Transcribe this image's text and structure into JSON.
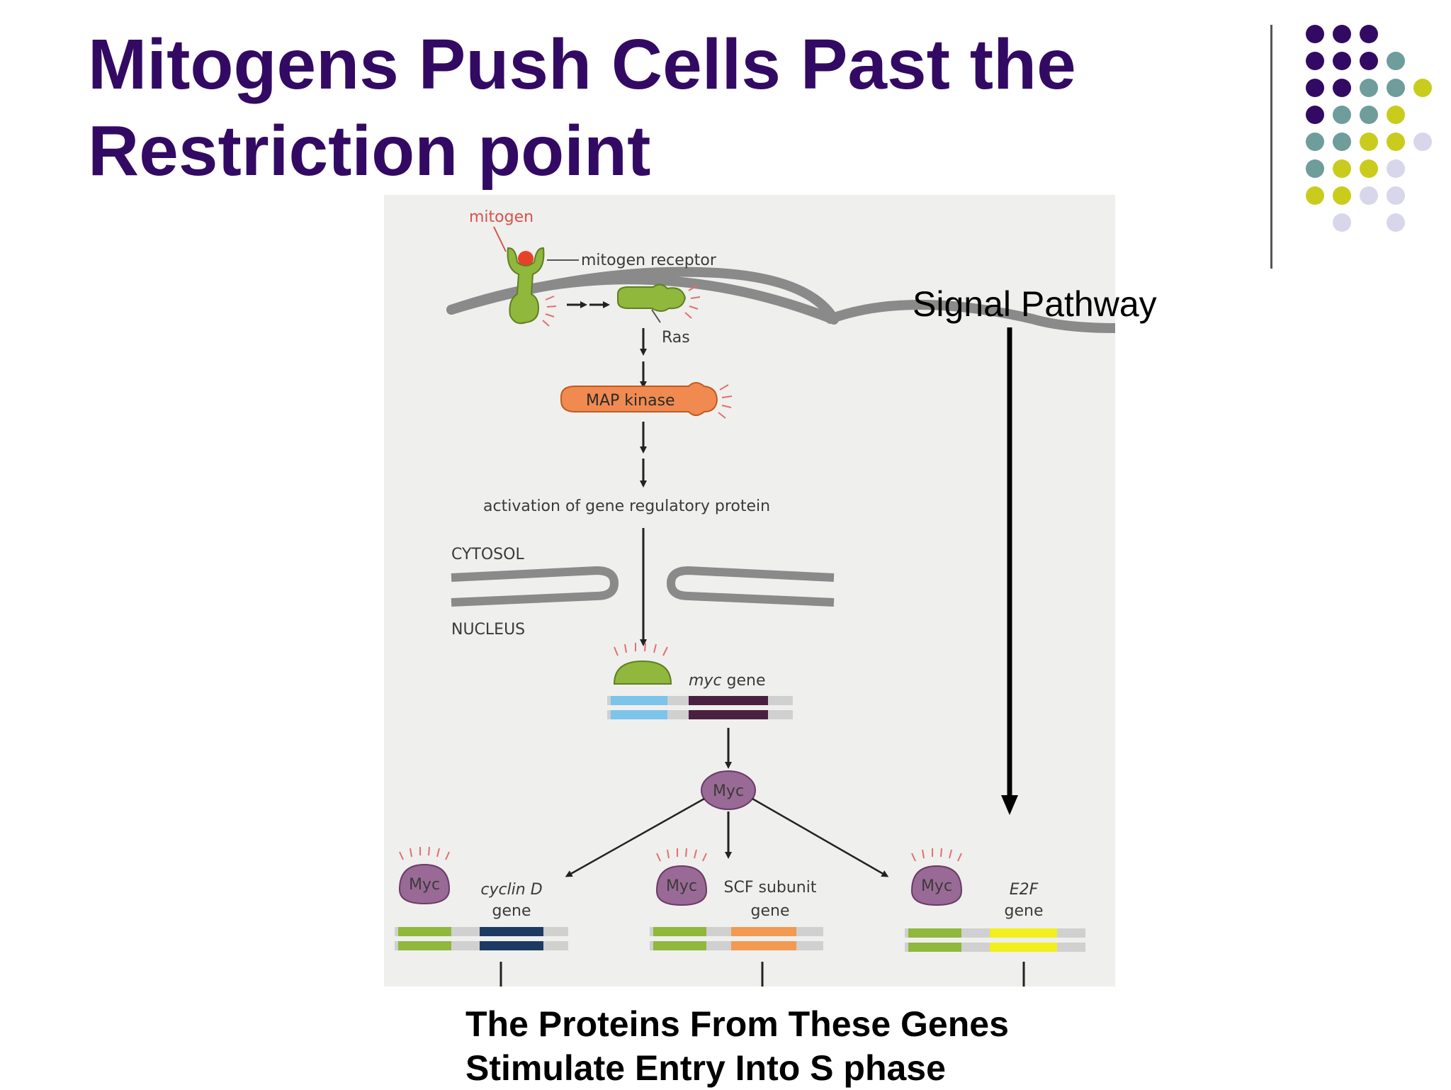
{
  "slide": {
    "title_line1": "Mitogens Push Cells Past the",
    "title_line2": "Restriction point",
    "caption_line1": "The Proteins From These Genes",
    "caption_line2": "Stimulate Entry Into S phase",
    "signal_label": "Signal Pathway"
  },
  "diagram": {
    "mitogen": "mitogen",
    "receptor": "mitogen receptor",
    "ras": "Ras",
    "map_kinase": "MAP kinase",
    "activation": "activation of gene regulatory protein",
    "cytosol": "CYTOSOL",
    "nucleus": "NUCLEUS",
    "myc_gene_italic": "myc",
    "myc_gene_suffix": " gene",
    "myc": "Myc",
    "cyclin_d_italic": "cyclin D",
    "gene": "gene",
    "scf_subunit": "SCF subunit",
    "e2f_italic": "E2F"
  },
  "colors": {
    "title": "#330a63",
    "diagram_background": "#efefed",
    "receptor_green": "#8fb83c",
    "map_kinase_orange": "#f08a50",
    "myc_purple": "#9a6a96",
    "mitogen_red": "#e8412a",
    "cyclin_d_bar": "#1d3a63",
    "scf_bar": "#f29a52",
    "e2f_bar": "#f2ef1e",
    "myc_gene_bar": "#4a2040",
    "promoter_blue": "#7cc4ea"
  },
  "decor": {
    "dot_colors": [
      "#330a63",
      "#6e9d9b",
      "#c9cc1c",
      "#d8d6ea"
    ]
  }
}
